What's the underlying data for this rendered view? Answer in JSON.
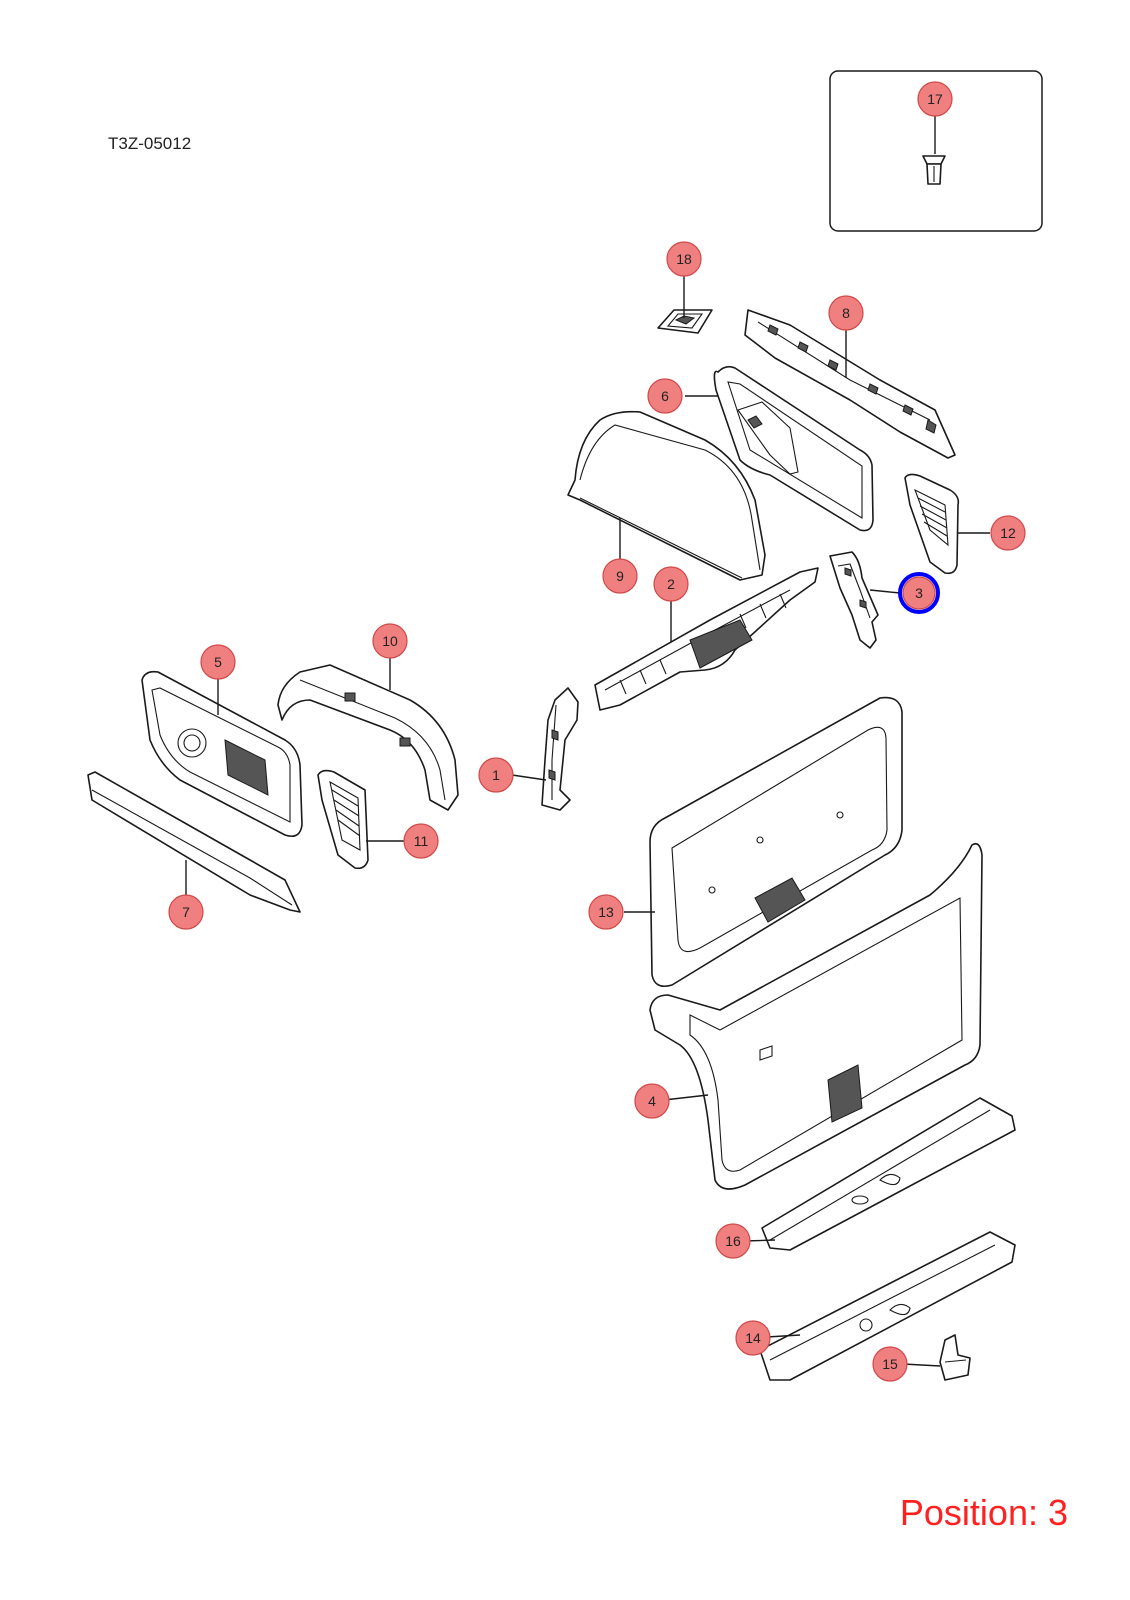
{
  "diagram_code": "T3Z-05012",
  "position_label": "Position: 3",
  "highlight_color": "#0000ff",
  "callout_color": "#f08080",
  "callouts": [
    {
      "label": "1"
    },
    {
      "label": "2"
    },
    {
      "label": "3",
      "selected": true
    },
    {
      "label": "4"
    },
    {
      "label": "5"
    },
    {
      "label": "6"
    },
    {
      "label": "7"
    },
    {
      "label": "8"
    },
    {
      "label": "9"
    },
    {
      "label": "10"
    },
    {
      "label": "11"
    },
    {
      "label": "12"
    },
    {
      "label": "13"
    },
    {
      "label": "14"
    },
    {
      "label": "15"
    },
    {
      "label": "16"
    },
    {
      "label": "17"
    },
    {
      "label": "18"
    }
  ]
}
